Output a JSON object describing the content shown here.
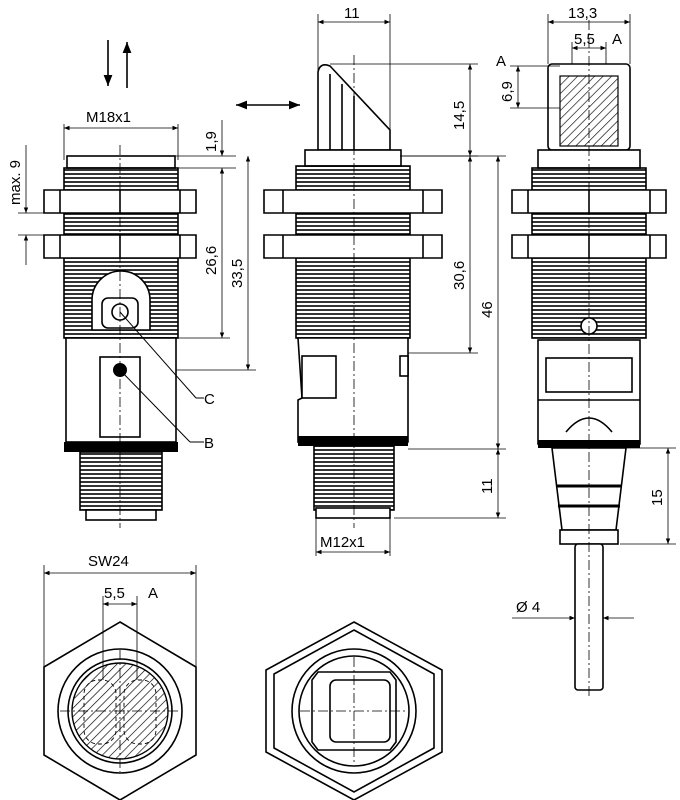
{
  "drawing": {
    "labels": {
      "m18": "M18x1",
      "m12": "M12x1",
      "max9": "max. 9",
      "d1_9": "1,9",
      "d26_6": "26,6",
      "d33_5": "33,5",
      "d11_top": "11",
      "d14_5": "14,5",
      "d30_6": "30,6",
      "d46": "46",
      "d11_bottom": "11",
      "d13_3": "13,3",
      "d5_5_top": "5,5",
      "a_top": "A",
      "a_left": "A",
      "d6_9": "6,9",
      "d15": "15",
      "dia4": "Ø 4",
      "sw24": "SW24",
      "d5_5_bottom": "5,5",
      "a_bottom": "A",
      "callout_c": "C",
      "callout_b": "B"
    }
  }
}
